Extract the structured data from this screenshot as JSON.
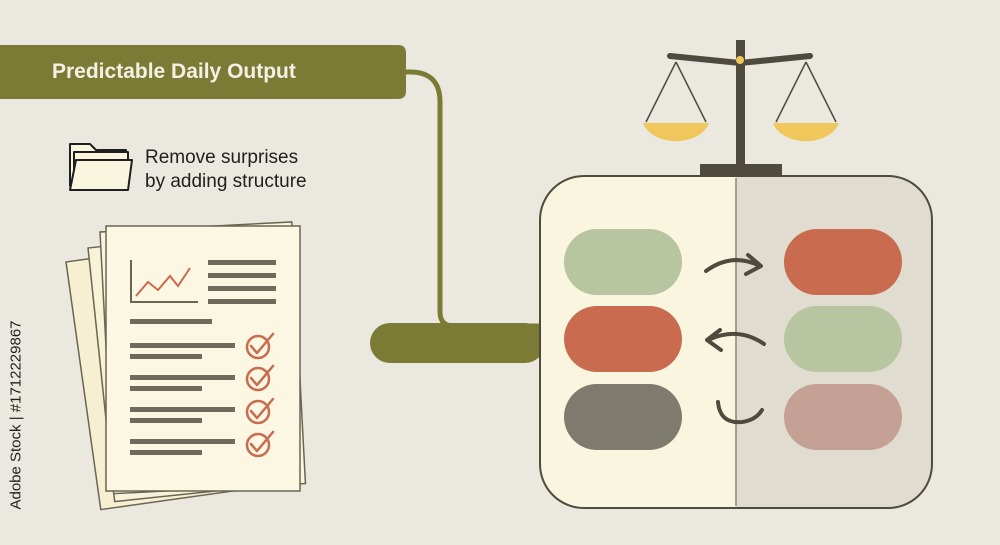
{
  "banner": {
    "title": "Predictable Daily Output"
  },
  "callout": {
    "line1": "Remove surprises",
    "line2": "by adding structure"
  },
  "credit": {
    "text": "Adobe Stock | #1712229867"
  },
  "icons": {
    "folder": "folder-icon",
    "documents": "document-stack-icon",
    "chart": "line-chart-icon",
    "checks": "checkmark-icon",
    "scale": "balance-scale-icon",
    "arrows": "swap-arrow-icon"
  },
  "colors": {
    "olive": "#7b7b35",
    "paper": "#faf5de",
    "green": "#b7c5a0",
    "red": "#c86b4f",
    "gray": "#7f7a6e",
    "rose": "#c4a095",
    "gold": "#f0c75a",
    "dark": "#4e4b3e"
  }
}
